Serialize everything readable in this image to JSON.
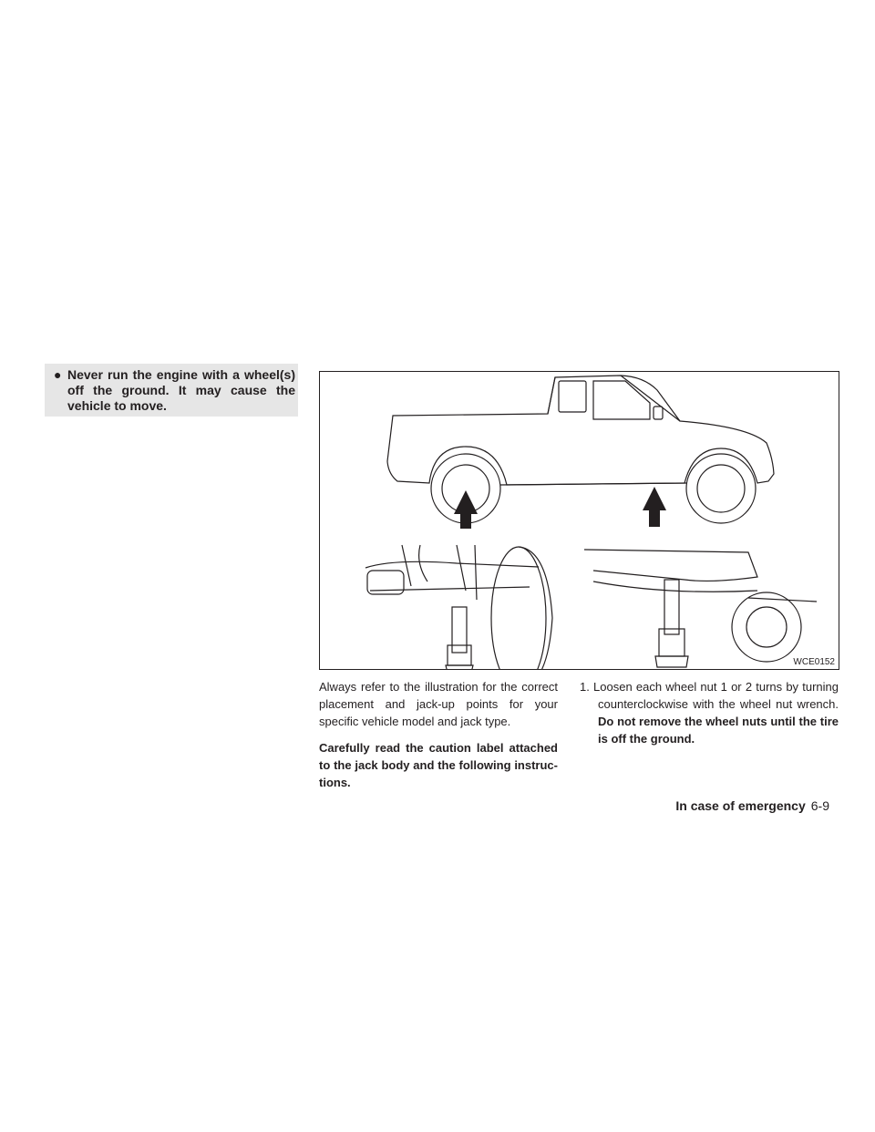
{
  "warning": {
    "bullet": "●",
    "text": "Never run the engine with a wheel(s) off the ground. It may cause the vehicle to move."
  },
  "figure": {
    "code": "WCE0152",
    "icons": [
      "truck-side-view",
      "jack-up-arrow",
      "jack-up-arrow",
      "front-axle-jack",
      "frame-jack"
    ]
  },
  "body": {
    "para1": "Always refer to the illustration for the correct placement and jack-up points for your specific vehicle model and jack type.",
    "para2": "Carefully read the caution label attached to the jack body and the following instruc- tions."
  },
  "steps": [
    {
      "text": "1. Loosen each wheel nut 1 or 2 turns by turning counterclockwise with the wheel nut wrench. ",
      "bold": "Do not remove the wheel nuts until the tire is off the ground."
    }
  ],
  "footer": {
    "section": "In case of emergency",
    "page": "6-9"
  }
}
